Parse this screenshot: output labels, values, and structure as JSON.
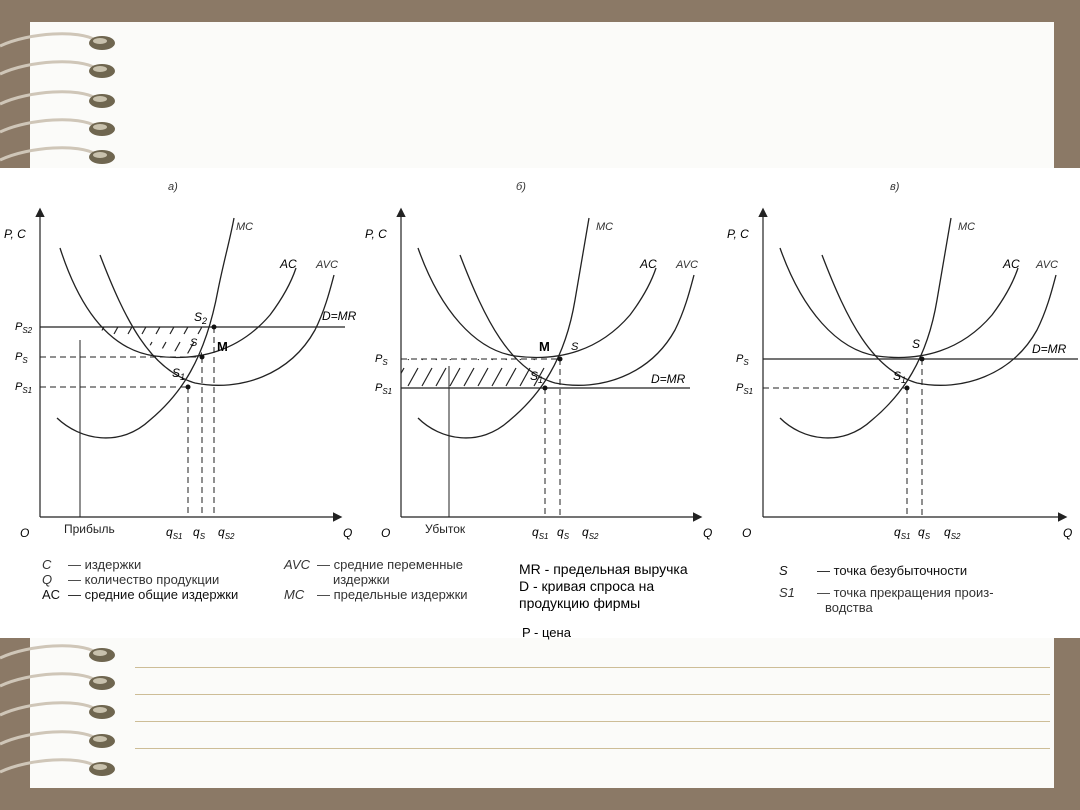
{
  "panels": [
    {
      "tag": "а)",
      "ylabel": "P, C",
      "origin": "O",
      "xaxis": "Q",
      "curves": {
        "mc": "MC",
        "ac": "AC",
        "avc": "AVC"
      },
      "demand": "D=MR",
      "prices": {
        "ps2": "P",
        "ps2_sub": "S2",
        "ps": "P",
        "ps_sub": "S",
        "ps1": "P",
        "ps1_sub": "S1"
      },
      "points": {
        "s2": "S",
        "s2_sub": "2",
        "s": "S",
        "m": "M",
        "s1": "S",
        "s1_sub": "1"
      },
      "ticks": {
        "qs1": "q",
        "qs1_sub": "S1",
        "qs": "q",
        "qs_sub": "S",
        "qs2": "q",
        "qs2_sub": "S2"
      },
      "area": "Прибыль"
    },
    {
      "tag": "б)",
      "ylabel": "P, C",
      "origin": "O",
      "xaxis": "Q",
      "curves": {
        "mc": "MC",
        "ac": "AC",
        "avc": "AVC"
      },
      "demand": "D=MR",
      "prices": {
        "ps": "P",
        "ps_sub": "S",
        "ps1": "P",
        "ps1_sub": "S1"
      },
      "points": {
        "m": "M",
        "s": "S",
        "s1": "S",
        "s1_sub": "1"
      },
      "ticks": {
        "qs1": "q",
        "qs1_sub": "S1",
        "qs": "q",
        "qs_sub": "S",
        "qs2": "q",
        "qs2_sub": "S2"
      },
      "area": "Убыток"
    },
    {
      "tag": "в)",
      "ylabel": "P, C",
      "origin": "O",
      "xaxis": "Q",
      "curves": {
        "mc": "MC",
        "ac": "AC",
        "avc": "AVC"
      },
      "demand": "D=MR",
      "prices": {
        "ps": "P",
        "ps_sub": "S",
        "ps1": "P",
        "ps1_sub": "S1"
      },
      "points": {
        "s": "S",
        "s1": "S",
        "s1_sub": "1"
      },
      "ticks": {
        "qs1": "q",
        "qs1_sub": "S1",
        "qs": "q",
        "qs_sub": "S",
        "qs2": "q",
        "qs2_sub": "S2"
      }
    }
  ],
  "legend_left": [
    {
      "sym": "C",
      "text": "— издержки"
    },
    {
      "sym": "Q",
      "text": "— количество продукции"
    },
    {
      "sym": "AC",
      "text": "— средние общие издержки"
    }
  ],
  "legend_mid": [
    {
      "sym": "AVC",
      "text": "— средние переменные"
    },
    {
      "sym": "",
      "text": "издержки"
    },
    {
      "sym": "MC",
      "text": "— предельные издержки"
    }
  ],
  "legend_custom": {
    "line1": "MR - предельная выручка",
    "line2": "D - кривая спроса на",
    "line3": "продукцию фирмы",
    "line4": "P - цена"
  },
  "legend_right": [
    {
      "sym": "S",
      "text": "— точка безубыточности"
    },
    {
      "sym": "S1",
      "text": "— точка прекращения произ-"
    },
    {
      "sym": "",
      "text": "водства"
    }
  ]
}
